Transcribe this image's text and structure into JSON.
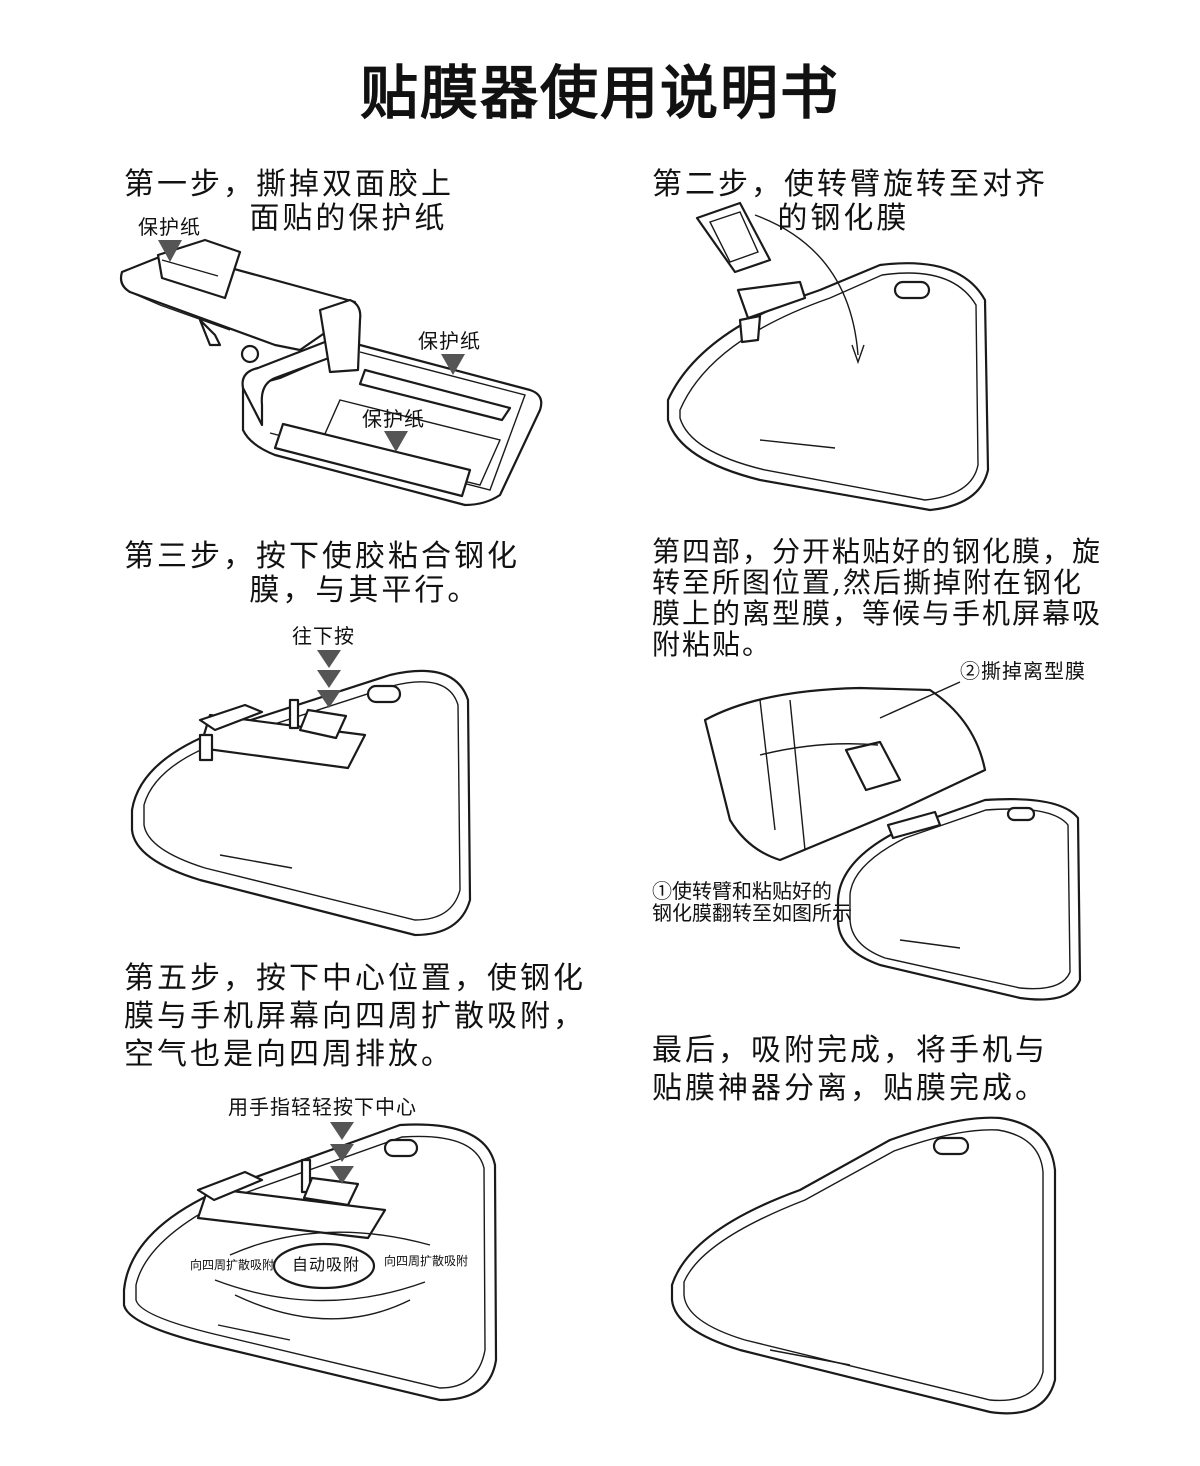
{
  "title": "贴膜器使用说明书",
  "steps": [
    {
      "text": "第一步，撕掉双面胶上\n          面贴的保护纸"
    },
    {
      "text": "第二步，使转臂旋转至对齐\n          的钢化膜"
    },
    {
      "text": "第三步，按下使胶粘合钢化\n          膜，与其平行。"
    },
    {
      "text": "第四部，分开粘贴好的钢化膜，旋\n转至所图位置,然后撕掉附在钢化\n膜上的离型膜，等候与手机屏幕吸\n附粘贴。"
    },
    {
      "text": "第五步，按下中心位置，使钢化\n膜与手机屏幕向四周扩散吸附，\n空气也是向四周排放。"
    },
    {
      "text": "最后，吸附完成，将手机与\n贴膜神器分离，贴膜完成。"
    }
  ],
  "labels": {
    "protective_paper_1": "保护纸",
    "protective_paper_2": "保护纸",
    "protective_paper_3": "保护纸",
    "press_down": "往下按",
    "peel_release_film": "②撕掉离型膜",
    "rotate_arm_note": "①使转臂和粘贴好的\n钢化膜翻转至如图所示",
    "press_center": "用手指轻轻按下中心",
    "auto_adsorb": "自动吸附",
    "spread_left": "向四周扩散吸附",
    "spread_right": "向四周扩散吸附"
  }
}
